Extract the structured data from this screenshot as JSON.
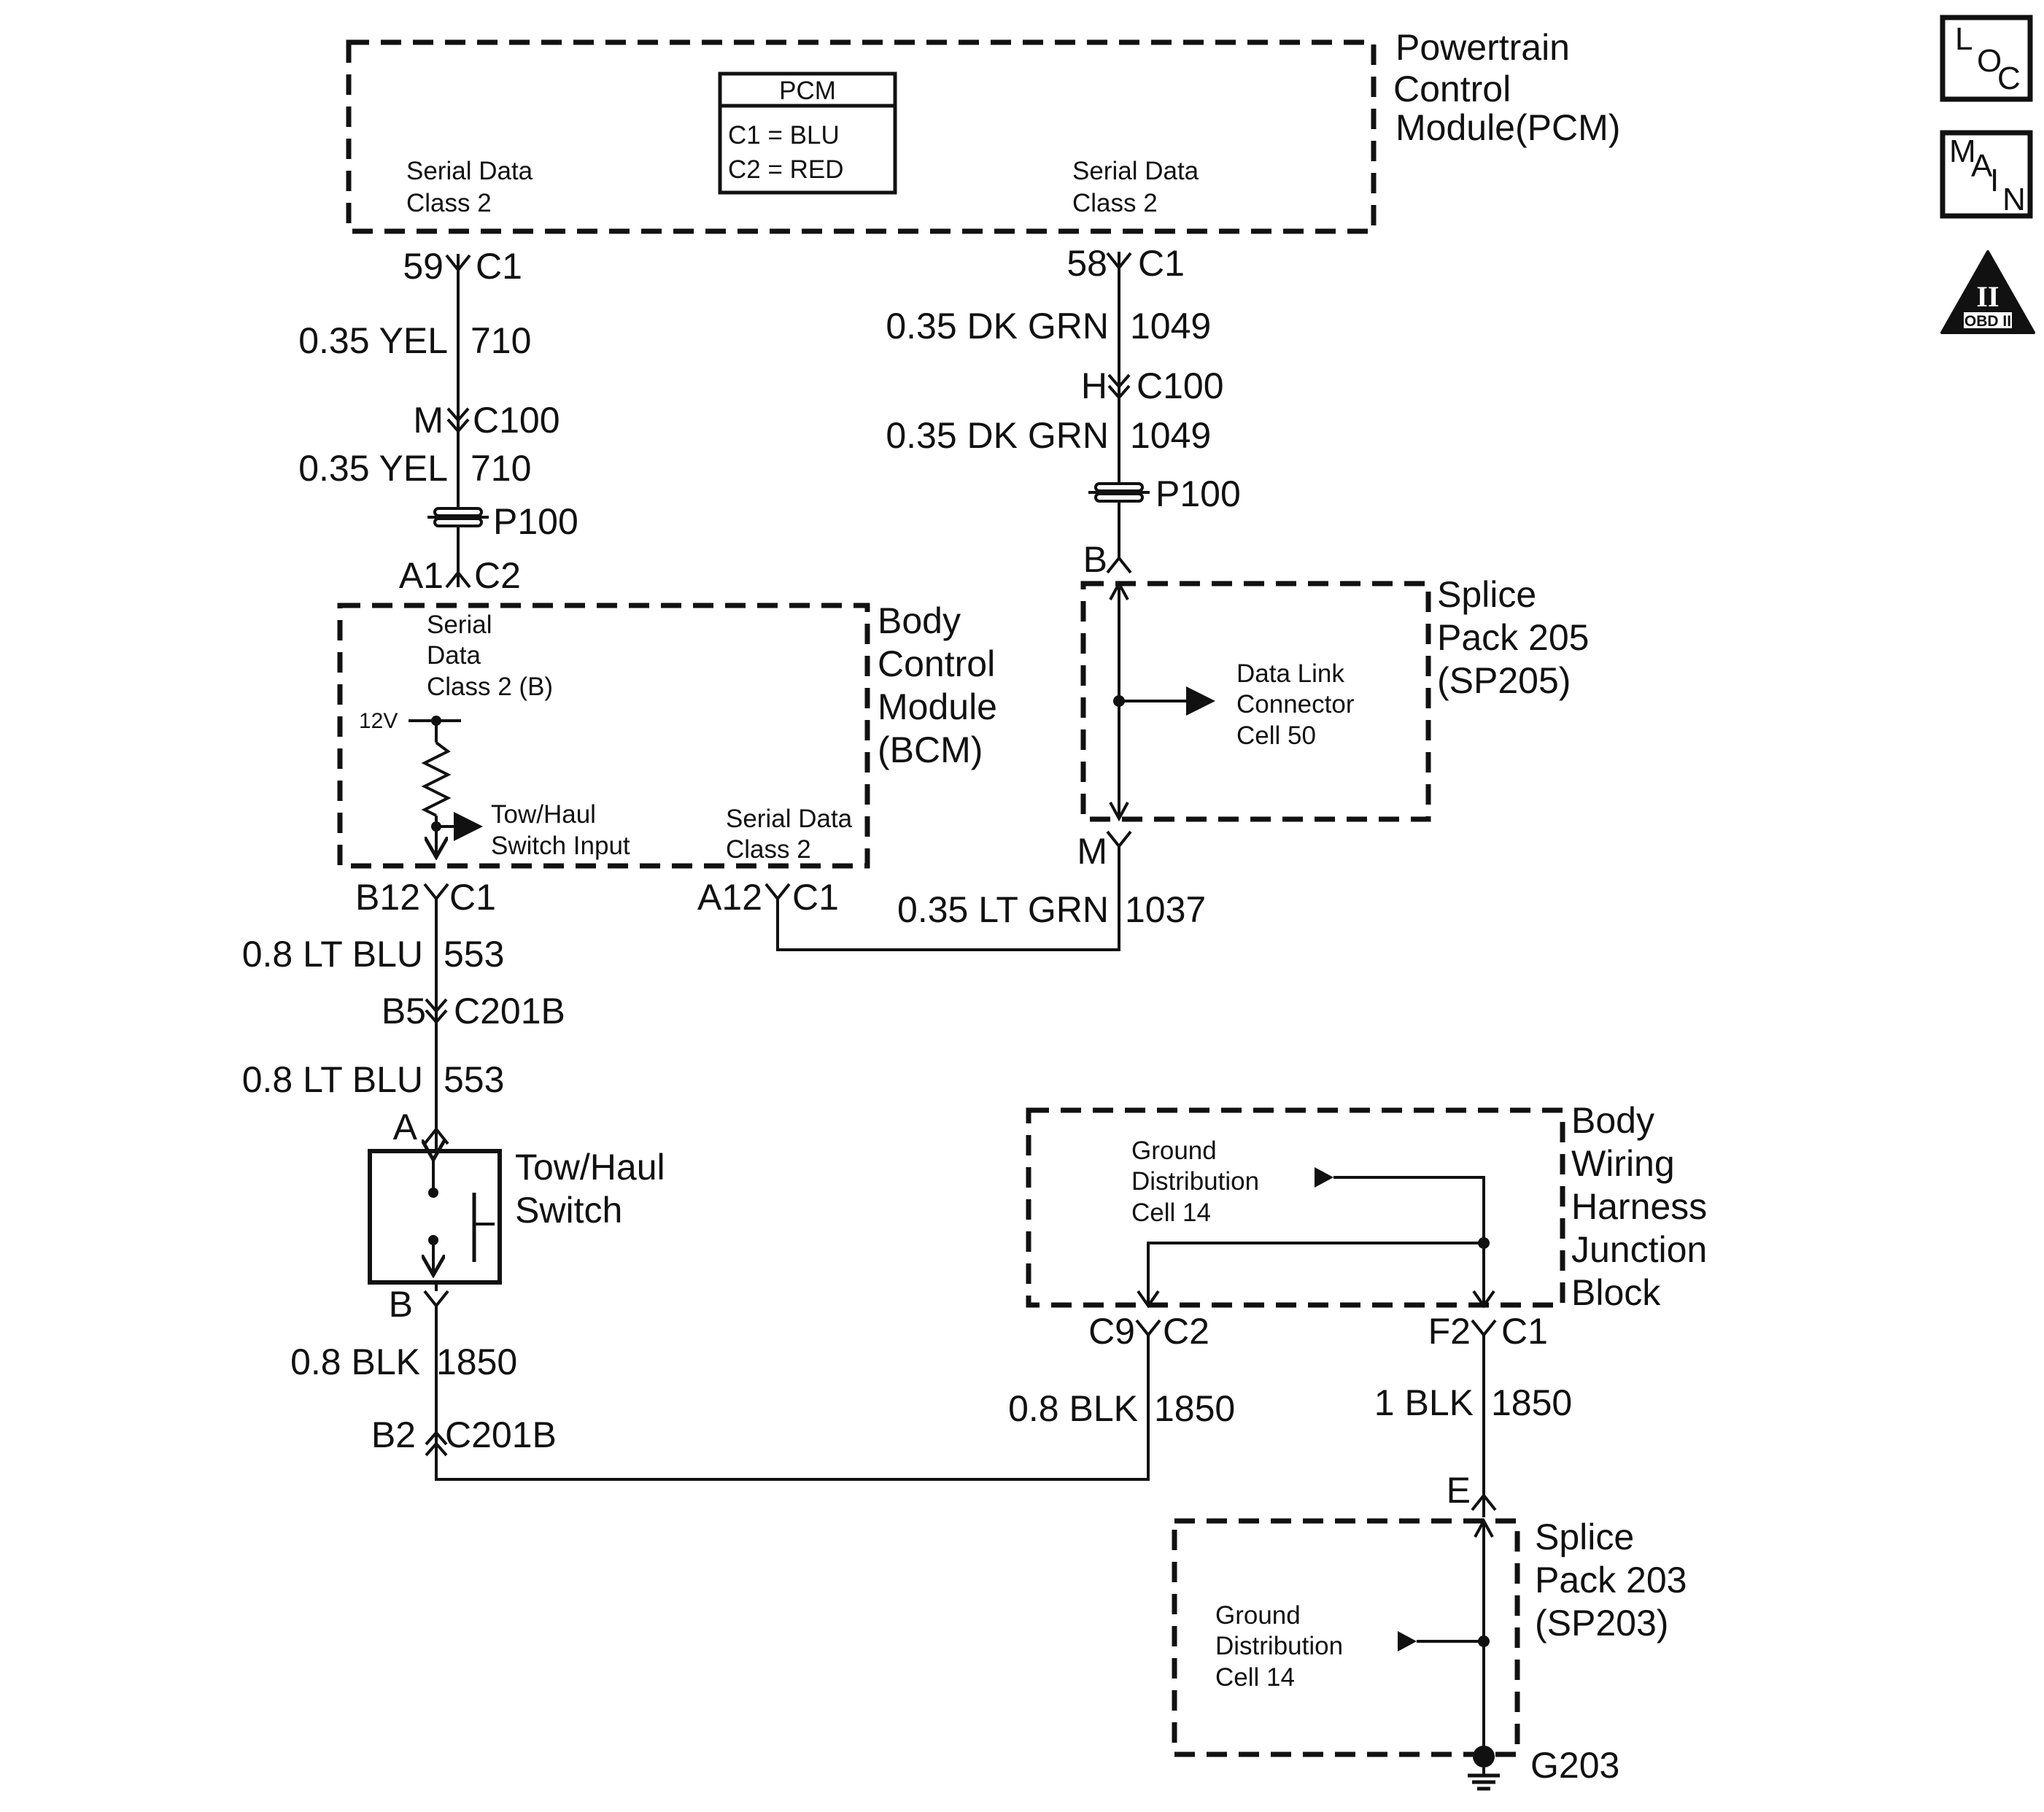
{
  "pcm": {
    "name": [
      "Powertrain",
      "Control",
      "Module(PCM)"
    ],
    "legend_title": "PCM",
    "legend_c1": "C1 = BLU",
    "legend_c2": "C2 = RED",
    "left_label": [
      "Serial Data",
      "Class 2"
    ],
    "right_label": [
      "Serial Data",
      "Class 2"
    ]
  },
  "left_branch": {
    "pin_59": "59",
    "conn_c1_top": "C1",
    "wire_1_gauge_color": "0.35 YEL",
    "wire_1_circuit": "710",
    "c100_pin": "M",
    "c100": "C100",
    "wire_2_gauge_color": "0.35 YEL",
    "wire_2_circuit": "710",
    "p100": "P100",
    "bcm_pin_a1": "A1",
    "bcm_conn_c2": "C2"
  },
  "right_branch": {
    "pin_58": "58",
    "conn_c1_top": "C1",
    "wire_1_gauge_color": "0.35 DK GRN",
    "wire_1_circuit": "1049",
    "c100_pin": "H",
    "c100": "C100",
    "wire_2_gauge_color": "0.35 DK GRN",
    "wire_2_circuit": "1049",
    "p100": "P100",
    "sp205_pin_b": "B",
    "sp205_pin_m": "M",
    "wire_3_gauge_color": "0.35 LT GRN",
    "wire_3_circuit": "1037"
  },
  "bcm": {
    "name": [
      "Body",
      "Control",
      "Module",
      "(BCM)"
    ],
    "serial_label": [
      "Serial",
      "Data",
      "Class 2 (B)"
    ],
    "v12": "12V",
    "tow_input": [
      "Tow/Haul",
      "Switch Input"
    ],
    "serial_right": [
      "Serial Data",
      "Class 2"
    ],
    "pin_b12": "B12",
    "conn_b12": "C1",
    "pin_a12": "A12",
    "conn_a12": "C1"
  },
  "sp205": {
    "name": [
      "Splice",
      "Pack 205",
      "(SP205)"
    ],
    "dlc": [
      "Data Link",
      "Connector",
      "Cell 50"
    ]
  },
  "switch_branch": {
    "wire_1_gauge_color": "0.8 LT BLU",
    "wire_1_circuit": "553",
    "c201b_pin_b5": "B5",
    "c201b": "C201B",
    "wire_2_gauge_color": "0.8 LT BLU",
    "wire_2_circuit": "553",
    "pin_a": "A",
    "switch_name": [
      "Tow/Haul",
      "Switch"
    ],
    "pin_b": "B",
    "wire_3_gauge_color": "0.8 BLK",
    "wire_3_circuit": "1850",
    "c201b_pin_b2": "B2",
    "c201b_2": "C201B"
  },
  "bwhjb": {
    "name": [
      "Body",
      "Wiring",
      "Harness",
      "Junction",
      "Block"
    ],
    "cell": [
      "Ground",
      "Distribution",
      "Cell 14"
    ],
    "pin_c9": "C9",
    "conn_c2": "C2",
    "pin_f2": "F2",
    "conn_c1": "C1",
    "wire_left_gauge_color": "0.8 BLK",
    "wire_left_circuit": "1850",
    "wire_right_gauge_color": "1 BLK",
    "wire_right_circuit": "1850"
  },
  "sp203": {
    "pin_e": "E",
    "name": [
      "Splice",
      "Pack 203",
      "(SP203)"
    ],
    "cell": [
      "Ground",
      "Distribution",
      "Cell 14"
    ],
    "ground": "G203"
  },
  "icons": {
    "loc": [
      "L",
      "O",
      "C"
    ],
    "main": [
      "M",
      "A",
      "I",
      "N"
    ],
    "obd_numeral": "II",
    "obd_label": "OBD II"
  }
}
